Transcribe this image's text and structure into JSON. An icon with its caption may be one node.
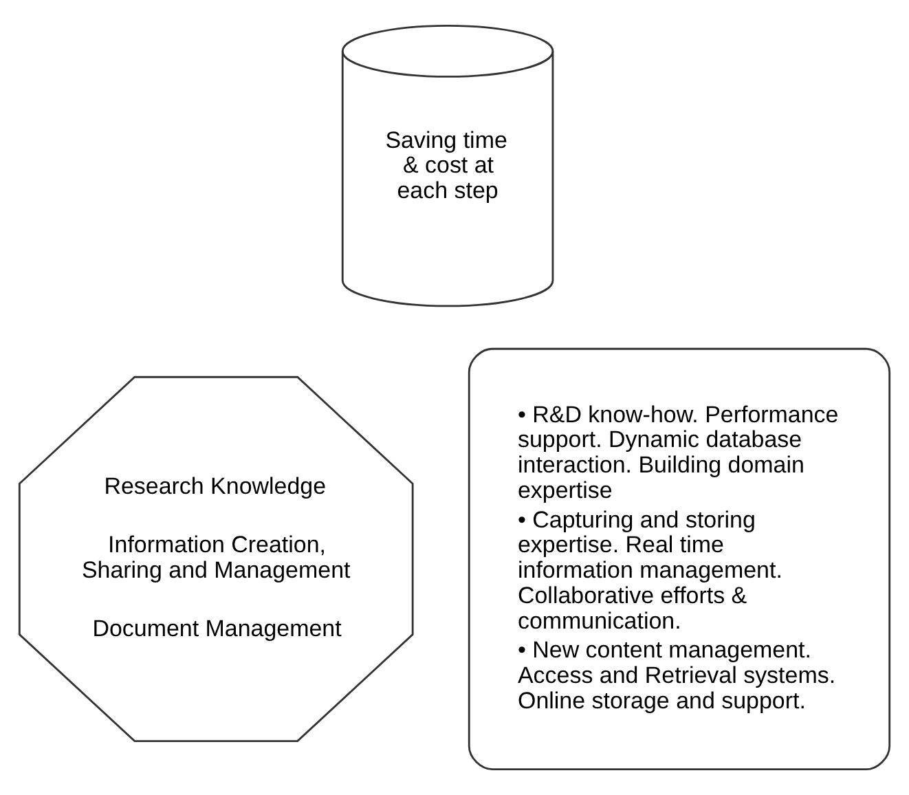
{
  "diagram": {
    "nodes": [
      {
        "text": [
          "Saving time & cost at each step"
        ]
      },
      {
        "text": [
          "Research Knowledge",
          "Information Creation, Sharing and Management",
          "Document Management"
        ]
      },
      {
        "text": [
          "• R&D know-how. Performance support. Dynamic database interaction. Building domain expertise",
          "• Capturing and storing expertise. Real time information management. Collaborative efforts & communication.",
          "• New content management. Access and Retrieval systems. Online storage and support."
        ]
      }
    ]
  }
}
